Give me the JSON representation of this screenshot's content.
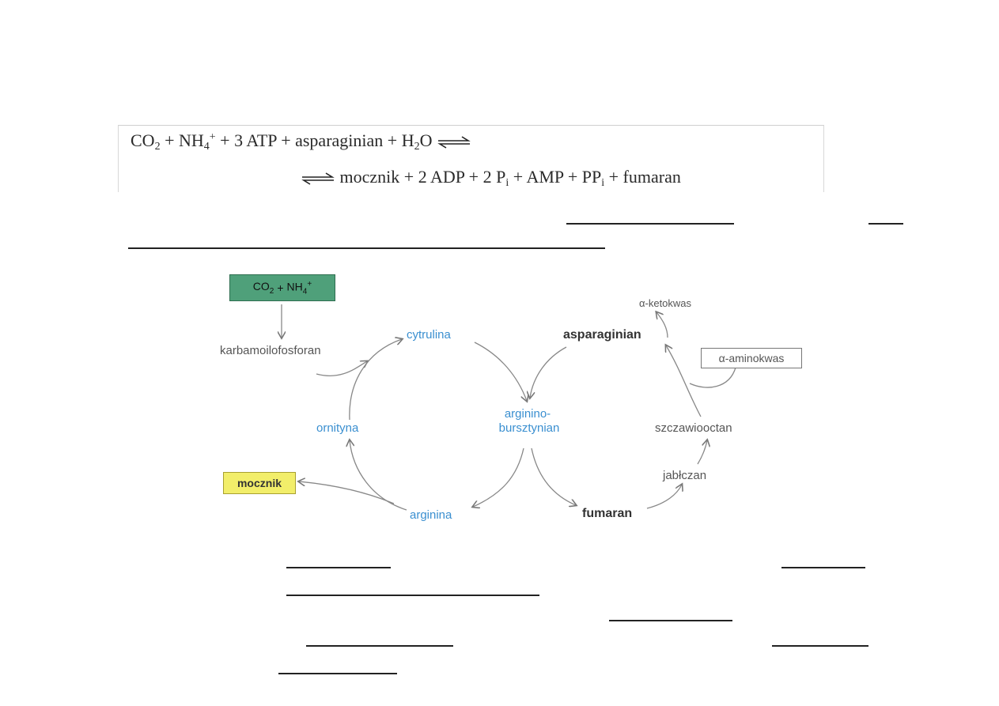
{
  "equation": {
    "line1": {
      "co2": "CO",
      "co2_sub": "2",
      "plus1": "+",
      "nh4": "NH",
      "nh4_sub": "4",
      "nh4_sup": "+",
      "plus2": "+",
      "atp": "3 ATP",
      "plus3": "+",
      "asp": "asparaginian",
      "plus4": "+",
      "h2o": "H",
      "h2o_sub": "2",
      "h2o_tail": "O"
    },
    "line2": {
      "mocznik": "mocznik",
      "plus1": "+",
      "adp": "2 ADP",
      "plus2": "+",
      "pi": "2 P",
      "pi_sub": "i",
      "plus3": "+",
      "amp": "AMP",
      "plus4": "+",
      "ppi": "PP",
      "ppi_sub": "i",
      "plus5": "+",
      "fumaran": "fumaran"
    }
  },
  "diagram": {
    "input_box": {
      "co2": "CO",
      "co2_sub": "2",
      "plus": "+",
      "nh4": "NH",
      "nh4_sub": "4",
      "nh4_sup": "+"
    },
    "karbamoilofosforan": "karbamoilofosforan",
    "cytrulina": "cytrulina",
    "ornityna": "ornityna",
    "argininobursztynian_1": "arginino-",
    "argininobursztynian_2": "bursztynian",
    "arginina": "arginina",
    "mocznik": "mocznik",
    "asparaginian": "asparaginian",
    "fumaran": "fumaran",
    "jablczan": "jabłczan",
    "szczawiooctan": "szczawiooctan",
    "ketokwas": "α-ketokwas",
    "aminokwas": "α-aminokwas",
    "colors": {
      "blue": "#3a8fd0",
      "green_box": "#4fa07a",
      "yellow_box": "#f2ee6a"
    }
  }
}
